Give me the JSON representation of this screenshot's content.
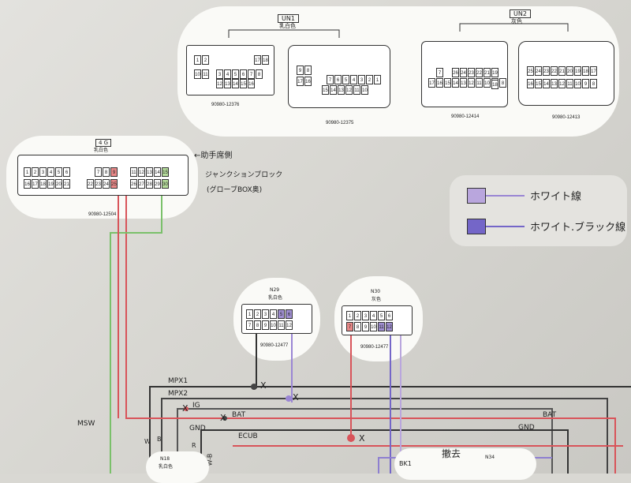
{
  "colors": {
    "white_wire": "#b9a6dd",
    "white_black_wire": "#7466c8",
    "red_wire": "#d8545a",
    "green_wire": "#7ac06a",
    "black_wire": "#333333",
    "pin_red": "#e98888",
    "pin_green": "#b6dd9c",
    "pin_purple": "#a08fd2"
  },
  "un": {
    "un1": {
      "title": "UN1",
      "color": "乳白色",
      "part_a": "90980-12376",
      "part_b": "90980-12375"
    },
    "un2": {
      "title": "UN2",
      "color": "灰色",
      "part_a": "90980-12414",
      "part_b": "90980-12413"
    }
  },
  "conn4g": {
    "title": "4 G",
    "color": "乳白色",
    "part": "90980-12504",
    "note_1": "←助手席側",
    "note_2": "ジャンクションブロック",
    "note_3": "(グローブBOX奥)"
  },
  "n29": {
    "title": "N29",
    "color": "乳白色",
    "part": "90980-12477"
  },
  "n30": {
    "title": "N30",
    "color": "灰色",
    "part": "90980-12477"
  },
  "legend": [
    {
      "label": "ホワイト線",
      "color": "#b9a6dd"
    },
    {
      "label": "ホワイト.ブラック線",
      "color": "#7466c8"
    }
  ],
  "wires": {
    "mpx1": "MPX1",
    "mpx2": "MPX2",
    "ig": "IG",
    "bat": "BAT",
    "bat2": "BAT",
    "msw": "MSW",
    "gnd": "GND",
    "gnd2": "GND",
    "ecub": "ECUB",
    "x": "X",
    "w": "W",
    "b": "B",
    "r": "R",
    "wb": "W-B",
    "bk": "BK1"
  },
  "bottom": {
    "n18": "N18",
    "n18_color": "乳白色",
    "n34": "N34",
    "note": "撤去"
  },
  "pins": {
    "un1a": [
      "1",
      "2",
      "10",
      "11",
      "3",
      "4",
      "5",
      "6",
      "7",
      "8",
      "17",
      "18",
      "12",
      "13",
      "14",
      "15",
      "16"
    ],
    "un1b": [
      "9",
      "8",
      "17",
      "16",
      "7",
      "6",
      "5",
      "4",
      "3",
      "2",
      "1",
      "15",
      "14",
      "13",
      "12",
      "11",
      "10"
    ],
    "un2a": [
      "17",
      "16",
      "15",
      "14",
      "13",
      "12",
      "11",
      "10",
      "9",
      "8",
      "7",
      "26",
      "24",
      "23",
      "22",
      "21",
      "20",
      "19",
      "18",
      "25"
    ],
    "un2b": [
      "25",
      "24",
      "23",
      "22",
      "21",
      "20",
      "19",
      "18",
      "17",
      "16",
      "15",
      "14",
      "13",
      "12",
      "11",
      "10",
      "9",
      "8"
    ],
    "g4": [
      "1",
      "2",
      "3",
      "4",
      "5",
      "6",
      "7",
      "8",
      "9",
      "16",
      "17",
      "18",
      "19",
      "20",
      "21",
      "22",
      "23",
      "24",
      "25",
      "11",
      "12",
      "13",
      "14",
      "15",
      "26",
      "27",
      "28",
      "29",
      "30"
    ],
    "n29": [
      "1",
      "2",
      "3",
      "4",
      "5",
      "6",
      "7",
      "8",
      "9",
      "10",
      "11",
      "12"
    ],
    "n30": [
      "1",
      "2",
      "3",
      "4",
      "5",
      "6",
      "7",
      "8",
      "9",
      "10",
      "11",
      "12"
    ]
  }
}
